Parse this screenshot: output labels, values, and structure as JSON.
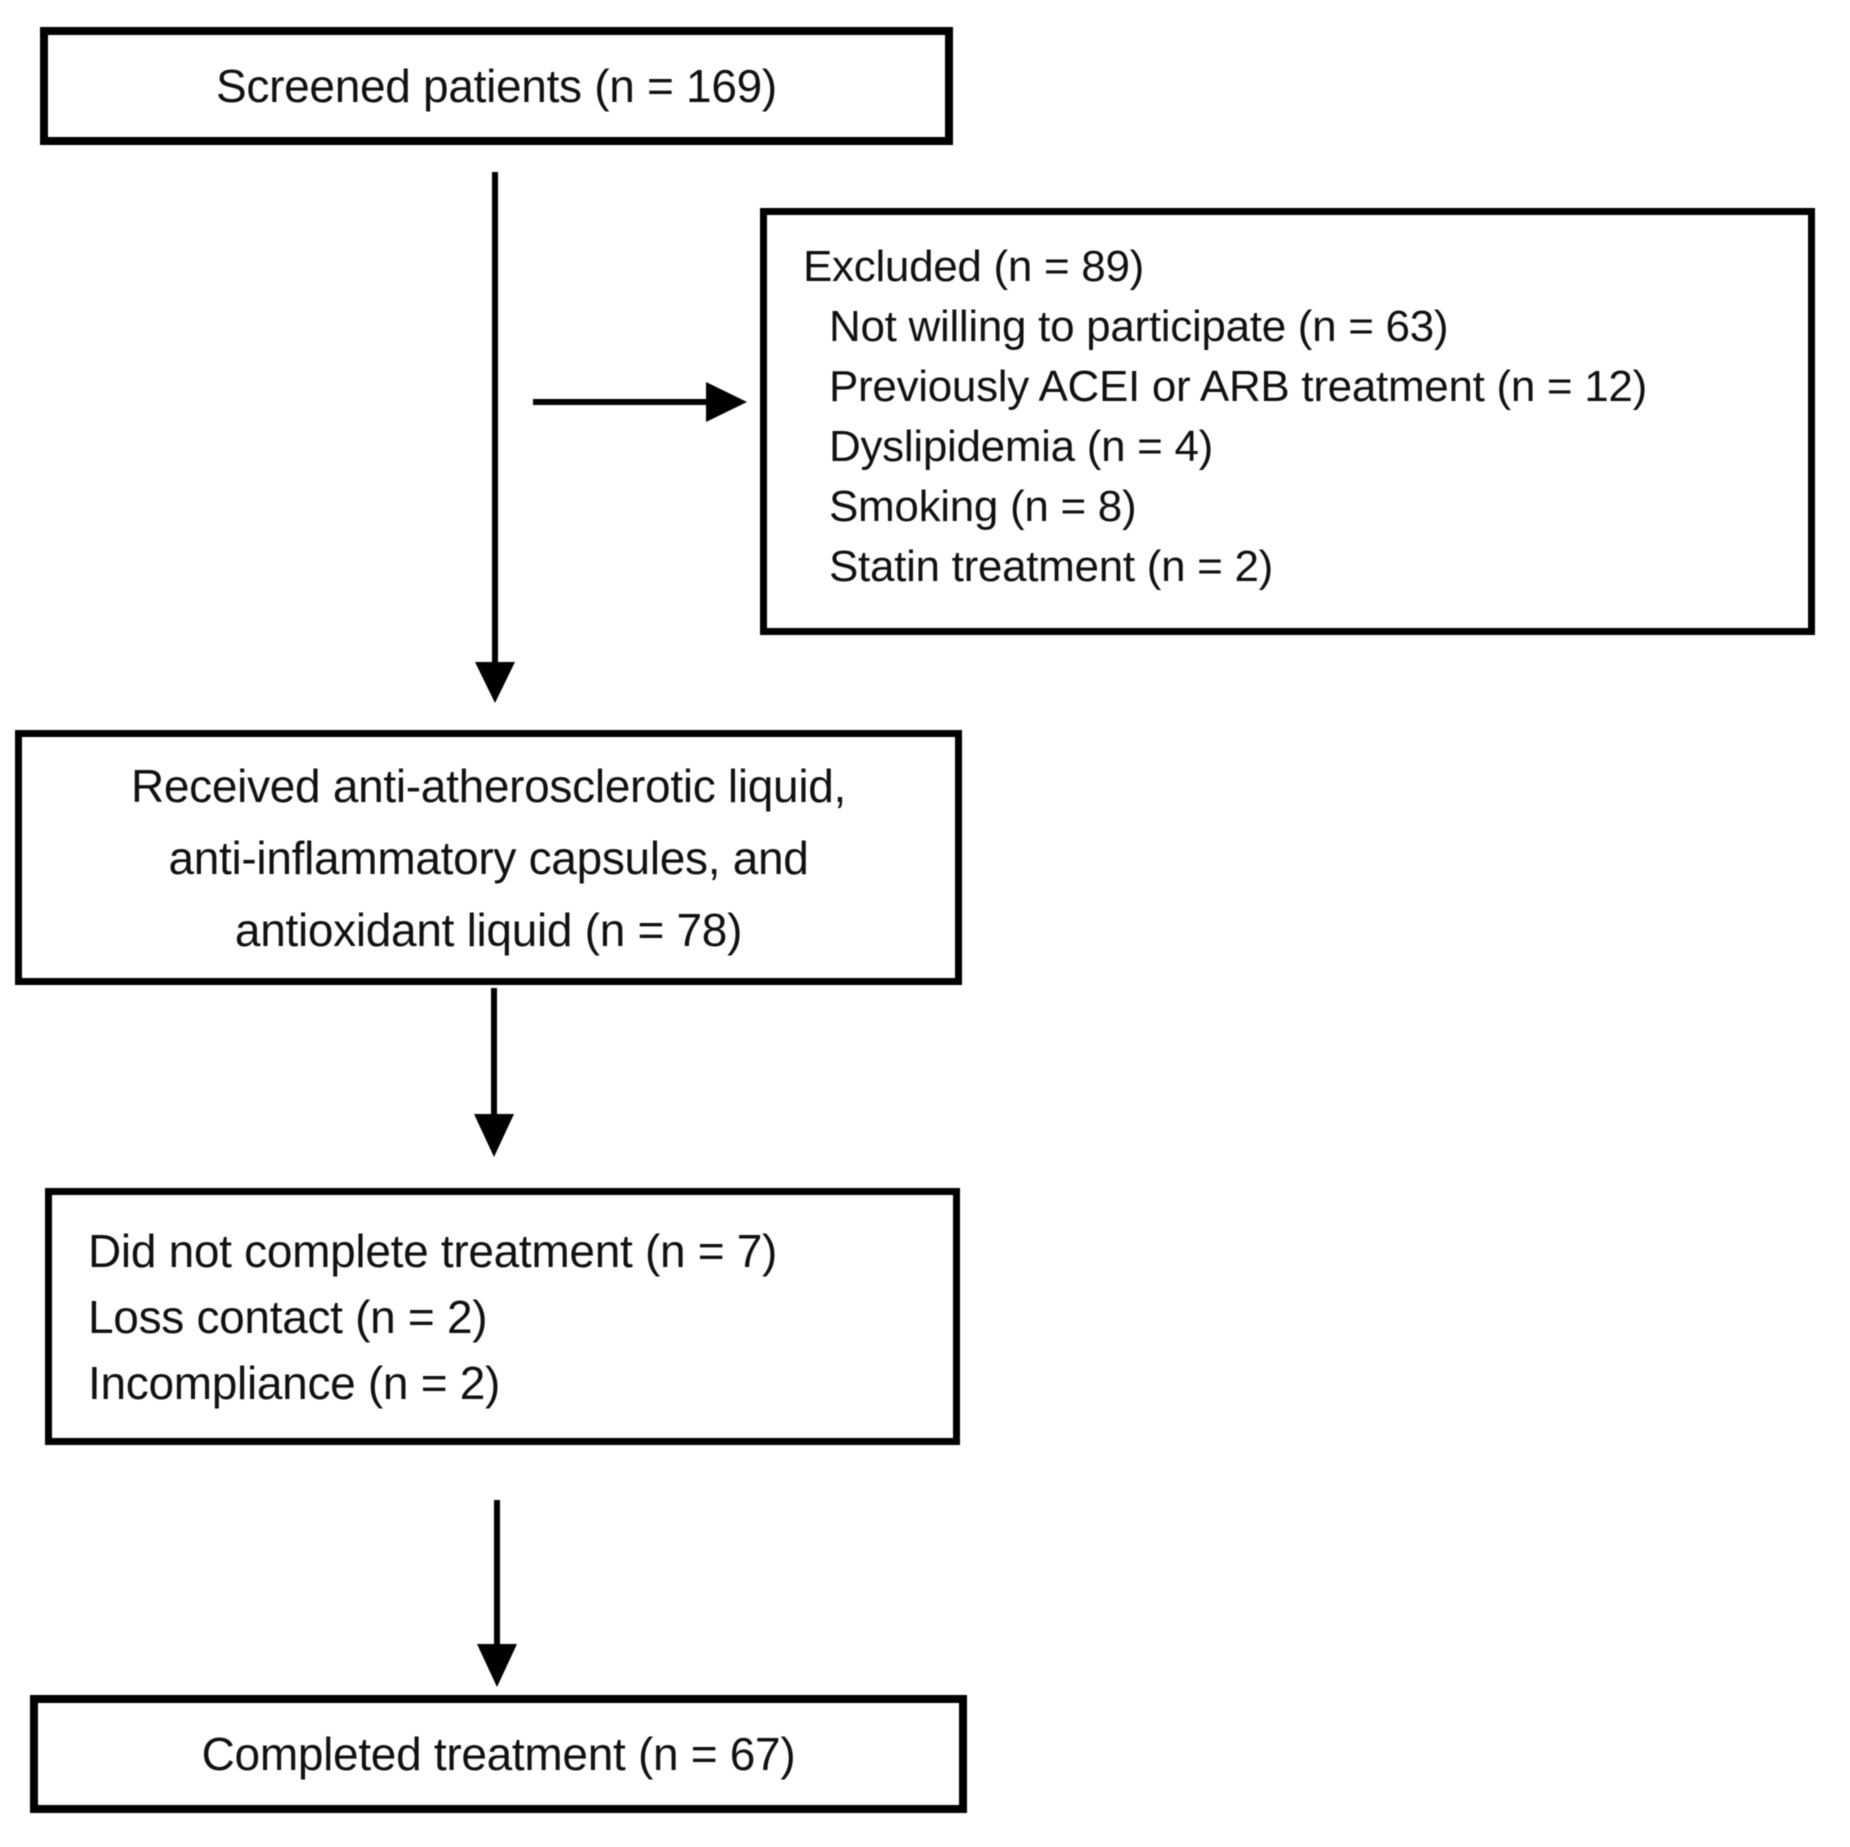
{
  "diagram": {
    "boxes": {
      "screened": {
        "label": "Screened patients (n = 169)"
      },
      "excluded": {
        "title": "Excluded (n = 89)",
        "items": [
          "Not willing to participate (n = 63)",
          "Previously ACEI or ARB treatment (n = 12)",
          "Dyslipidemia (n = 4)",
          "Smoking (n = 8)",
          "Statin treatment (n = 2)"
        ]
      },
      "received": {
        "lines": [
          "Received anti-atherosclerotic liquid,",
          "anti-inflammatory capsules, and",
          "antioxidant liquid (n = 78)"
        ]
      },
      "dropout": {
        "lines": [
          "Did not complete treatment (n = 7)",
          "Loss contact (n = 2)",
          "Incompliance (n = 2)"
        ]
      },
      "completed": {
        "label": "Completed treatment (n = 67)"
      }
    },
    "colors": {
      "border": "#000000",
      "text": "#111111",
      "background": "#ffffff"
    }
  }
}
